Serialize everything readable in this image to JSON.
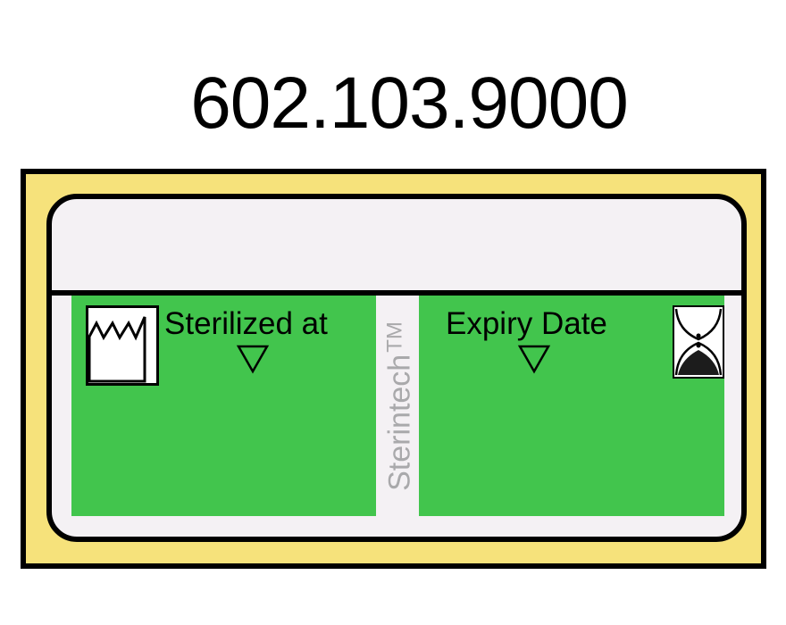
{
  "part_number": "602.103.9000",
  "label": {
    "left_panel": {
      "title": "Sterilized at",
      "icon": "factory-icon",
      "marker": "triangle-down-icon"
    },
    "right_panel": {
      "title": "Expiry Date",
      "icon": "hourglass-icon",
      "marker": "triangle-down-icon"
    },
    "brand": {
      "name": "Sterintech",
      "trademark": "TM"
    }
  },
  "colors": {
    "outer_fill": "#f6e27b",
    "inner_fill": "#f4f1f4",
    "panel_fill": "#42c54d",
    "brand_text": "#a9a9ab",
    "border": "#000000"
  }
}
